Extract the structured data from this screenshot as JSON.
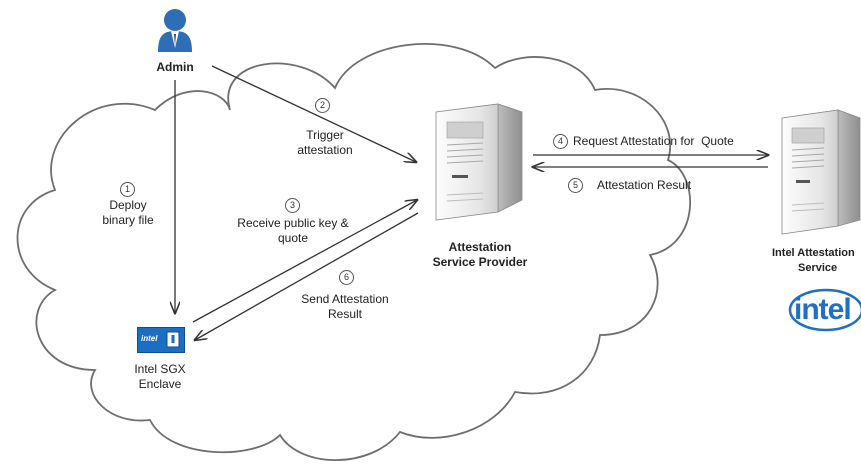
{
  "actors": {
    "admin": {
      "label": "Admin",
      "icon": "person-icon"
    },
    "service_provider": {
      "label_line1": "Attestation",
      "label_line2": "Service Provider",
      "icon": "server-icon"
    },
    "intel_service": {
      "label_line1": "Intel Attestation",
      "label_line2": "Service",
      "icon": "server-icon",
      "logo_text": "intel"
    },
    "enclave": {
      "label_line1": "Intel SGX",
      "label_line2": "Enclave",
      "icon": "sgx-badge-icon",
      "badge_text": "intel"
    }
  },
  "steps": [
    {
      "num": "1",
      "line1": "Deploy",
      "line2": "binary file"
    },
    {
      "num": "2",
      "line1": "Trigger",
      "line2": "attestation"
    },
    {
      "num": "3",
      "line1": "Receive public key &",
      "line2": "quote"
    },
    {
      "num": "4",
      "line1": "Request Attestation for  Quote"
    },
    {
      "num": "5",
      "line1": "Attestation Result"
    },
    {
      "num": "6",
      "line1": "Send Attestation",
      "line2": "Result"
    }
  ],
  "colors": {
    "cloud_stroke": "#6e6e6e",
    "arrow": "#333333",
    "intel_blue": "#1f6fc5",
    "admin_blue": "#2f6db5"
  }
}
